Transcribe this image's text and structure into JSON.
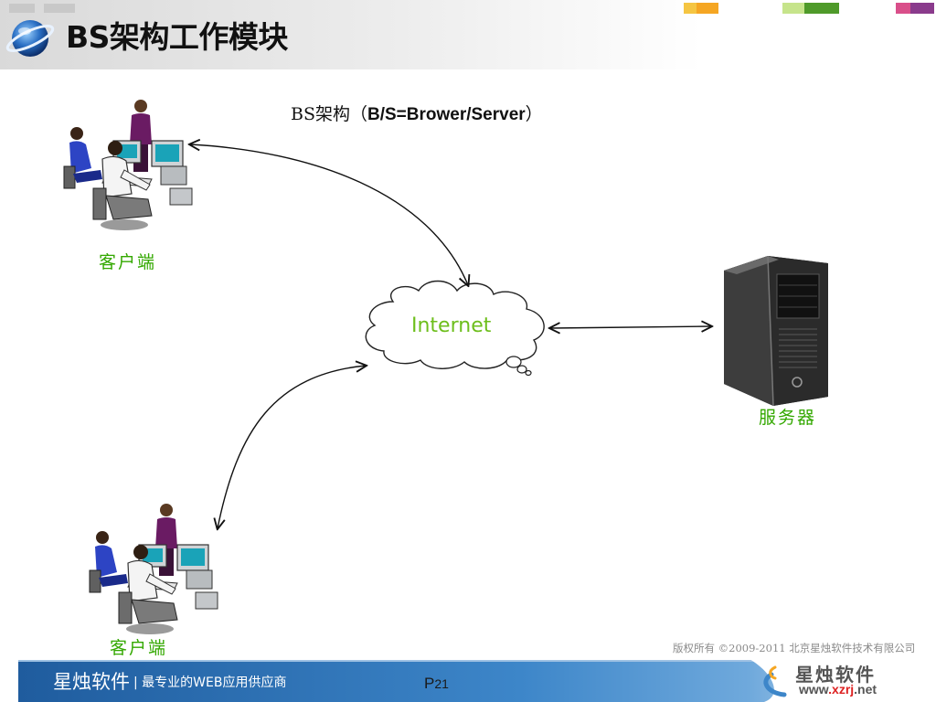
{
  "header": {
    "title": "BS架构工作模块",
    "accent_colors": [
      "#f5a623",
      "#9bcf3e",
      "#c0397a"
    ]
  },
  "diagram": {
    "caption_prefix": "BS架构（",
    "caption_bold": "B/S=Brower/Server",
    "caption_suffix": "）",
    "internet_label": "Internet",
    "client_top_label": "客户端",
    "client_bottom_label": "客户端",
    "server_label": "服务器",
    "label_color": "#33a800"
  },
  "footer": {
    "copyright": "版权所有 ©2009-2011 北京星烛软件技术有限公司",
    "brand": "星烛软件",
    "slogan": "| 最专业的WEB应用供应商",
    "page_prefix": "P",
    "page_number": "21",
    "logo_name": "星烛软件",
    "logo_url_a": "www",
    "logo_url_b": ".xzrj",
    "logo_url_c": ".net"
  }
}
